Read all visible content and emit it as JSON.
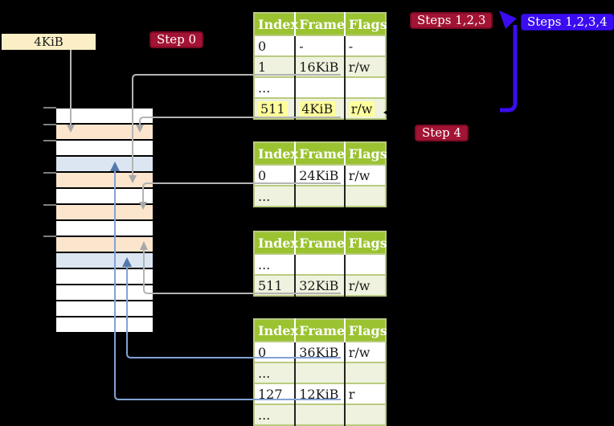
{
  "labels": {
    "frame_size": "4KiB",
    "step0": "Step 0",
    "steps123": "Steps 1,2,3",
    "steps1234": "Steps 1,2,3,4",
    "step4": "Step 4"
  },
  "page_tables": [
    {
      "headers": [
        "Index",
        "Frame",
        "Flags"
      ],
      "rows": [
        {
          "cells": [
            "0",
            "-",
            "-"
          ],
          "shade": false
        },
        {
          "cells": [
            "1",
            "16KiB",
            "r/w"
          ],
          "shade": true,
          "link": "gray"
        },
        {
          "cells": [
            "...",
            "",
            ""
          ],
          "shade": false
        },
        {
          "cells": [
            "511",
            "4KiB",
            "r/w"
          ],
          "shade": true,
          "link": "gray",
          "highlight": true
        }
      ]
    },
    {
      "headers": [
        "Index",
        "Frame",
        "Flags"
      ],
      "rows": [
        {
          "cells": [
            "0",
            "24KiB",
            "r/w"
          ],
          "shade": false,
          "link": "gray"
        },
        {
          "cells": [
            "...",
            "",
            ""
          ],
          "shade": true
        }
      ]
    },
    {
      "headers": [
        "Index",
        "Frame",
        "Flags"
      ],
      "rows": [
        {
          "cells": [
            "...",
            "",
            ""
          ],
          "shade": false
        },
        {
          "cells": [
            "511",
            "32KiB",
            "r/w"
          ],
          "shade": true,
          "link": "gray"
        }
      ]
    },
    {
      "headers": [
        "Index",
        "Frame",
        "Flags"
      ],
      "rows": [
        {
          "cells": [
            "0",
            "36KiB",
            "r/w"
          ],
          "shade": false,
          "link": "blue"
        },
        {
          "cells": [
            "...",
            "",
            ""
          ],
          "shade": true
        },
        {
          "cells": [
            "127",
            "12KiB",
            "r"
          ],
          "shade": false,
          "link": "blue"
        },
        {
          "cells": [
            "...",
            "",
            ""
          ],
          "shade": true
        }
      ]
    }
  ],
  "memory_column": {
    "rows": [
      "white",
      "peach",
      "white",
      "blue",
      "peach",
      "white",
      "peach",
      "white",
      "peach",
      "blue",
      "white",
      "white",
      "white",
      "white"
    ]
  },
  "connections": [
    {
      "from": "4KiB label",
      "to": "memory row 2 (peach)",
      "color": "gray"
    },
    {
      "from": "table1 index 1 (16KiB)",
      "to": "memory row 5 (peach)",
      "color": "gray"
    },
    {
      "from": "table1 index 511 (4KiB)",
      "to": "memory row 2 (peach)",
      "color": "gray"
    },
    {
      "from": "table2 index 0 (24KiB)",
      "to": "memory row 7 (peach)",
      "color": "gray"
    },
    {
      "from": "table3 index 511 (32KiB)",
      "to": "memory row 9 (peach)",
      "color": "gray"
    },
    {
      "from": "table4 index 0 (36KiB)",
      "to": "memory row 10 (blue)",
      "color": "light-blue"
    },
    {
      "from": "table4 index 127 (12KiB)",
      "to": "memory row 4 (blue)",
      "color": "light-blue"
    },
    {
      "from": "table1 row 511 area",
      "to": "top of table 1",
      "color": "blue-violet loop arrow"
    }
  ],
  "colors": {
    "background": "#000000",
    "badge_red": "#a31334",
    "badge_blue_violet": "#3b0cf1",
    "table_header_green": "#9bc331",
    "table_row_green": "#eef2de",
    "table_border_green": "#b9cb80",
    "memory_peach": "#fce5cd",
    "memory_blue": "#dbe6f2",
    "highlight_yellow": "#ffff9c",
    "label_beige": "#fcefc5",
    "connector_gray": "#b4b4b4",
    "connector_light_blue": "#83a2d4",
    "arrow_steel_blue": "#5578ad"
  }
}
